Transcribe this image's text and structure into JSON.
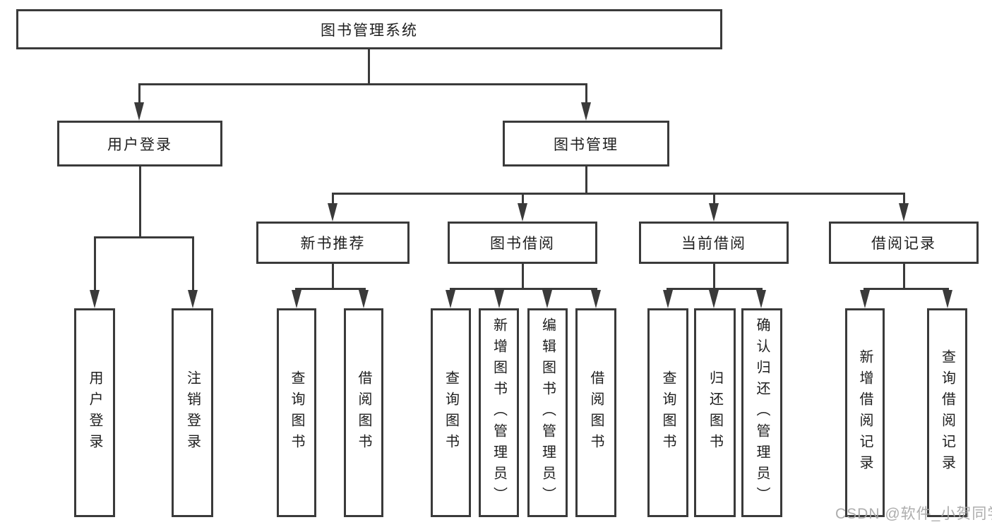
{
  "diagram": {
    "root": {
      "label": "图书管理系统"
    },
    "level2": [
      {
        "label": "用户登录"
      },
      {
        "label": "图书管理"
      }
    ],
    "level3": [
      {
        "label": "新书推荐"
      },
      {
        "label": "图书借阅"
      },
      {
        "label": "当前借阅"
      },
      {
        "label": "借阅记录"
      }
    ],
    "leaves": [
      {
        "parent": "用户登录",
        "label": "用户登录"
      },
      {
        "parent": "用户登录",
        "label": "注销登录"
      },
      {
        "parent": "新书推荐",
        "label": "查询图书"
      },
      {
        "parent": "新书推荐",
        "label": "借阅图书"
      },
      {
        "parent": "图书借阅",
        "label": "查询图书"
      },
      {
        "parent": "图书借阅",
        "label": "新增图书（管理员）"
      },
      {
        "parent": "图书借阅",
        "label": "编辑图书（管理员）"
      },
      {
        "parent": "图书借阅",
        "label": "借阅图书"
      },
      {
        "parent": "当前借阅",
        "label": "查询图书"
      },
      {
        "parent": "当前借阅",
        "label": "归还图书"
      },
      {
        "parent": "当前借阅",
        "label": "确认归还（管理员）"
      },
      {
        "parent": "借阅记录",
        "label": "新增借阅记录"
      },
      {
        "parent": "借阅记录",
        "label": "查询借阅记录"
      }
    ],
    "watermark": "CSDN @软件_小贺同学",
    "colors": {
      "line": "#3a3a3a",
      "text": "#1e1e1e",
      "background": "#ffffff",
      "watermark": "#a6a6a6"
    }
  }
}
